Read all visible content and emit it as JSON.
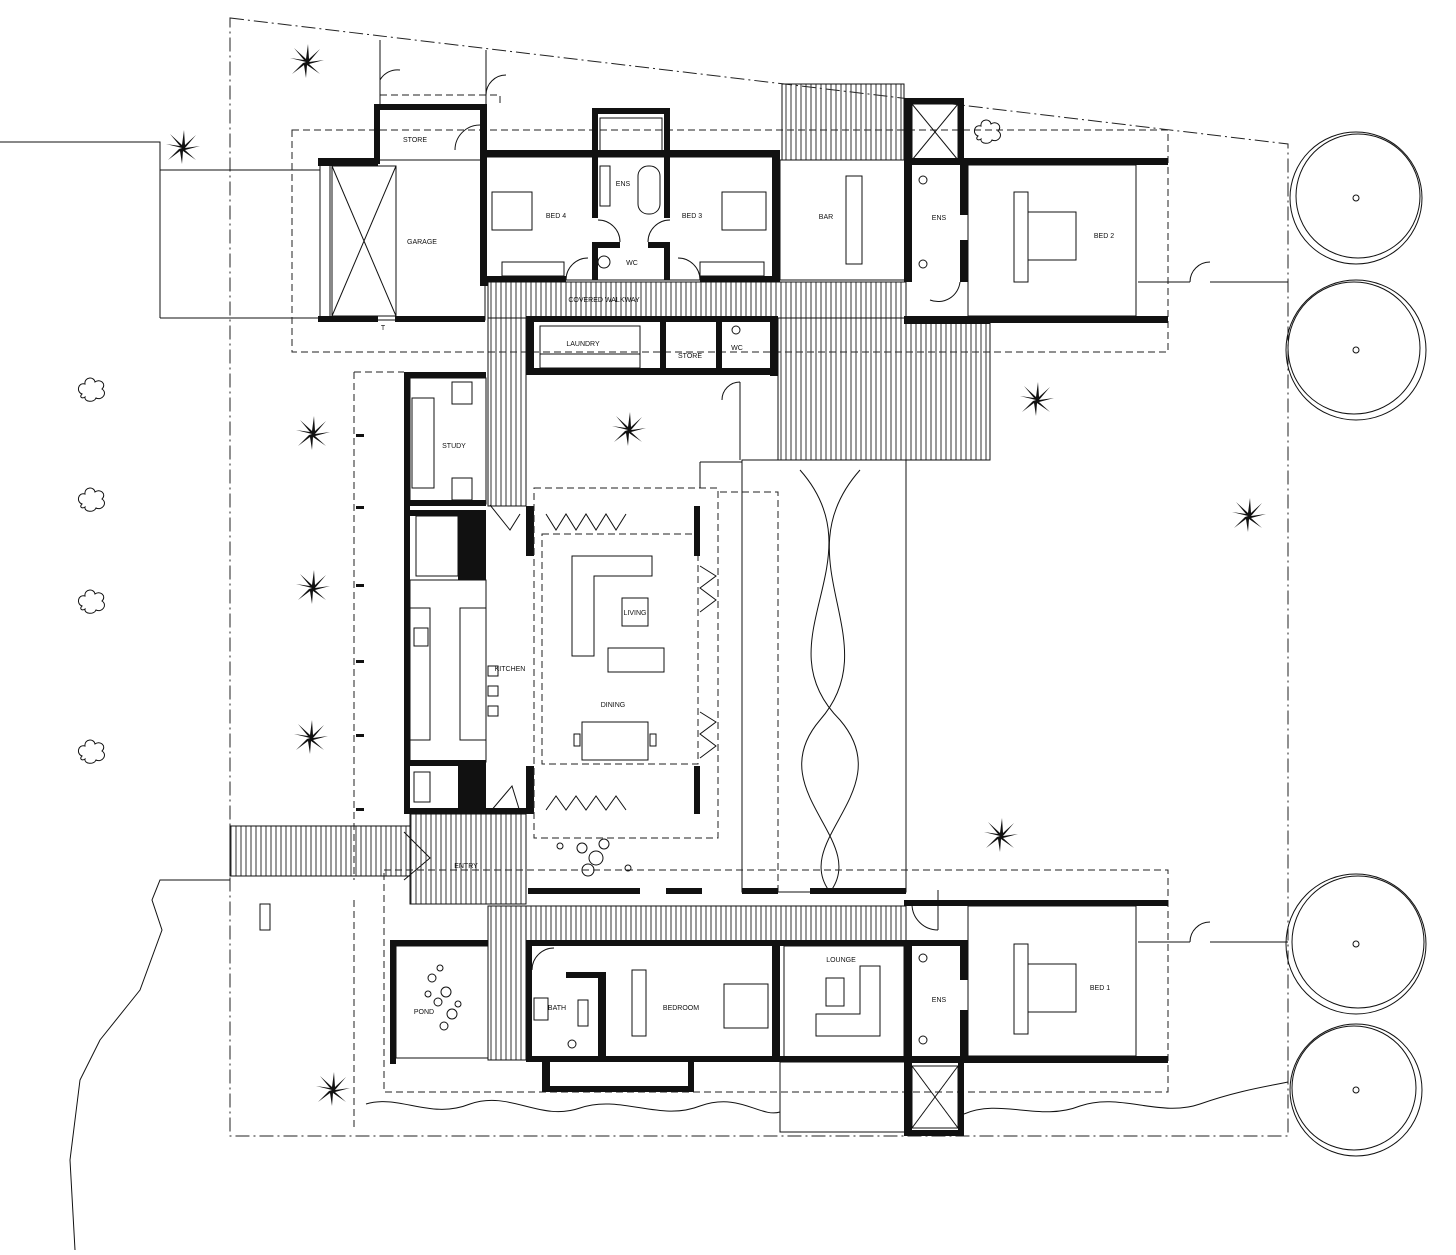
{
  "rooms": {
    "store": "STORE",
    "garage": "GARAGE",
    "bed4": "BED 4",
    "ens_top": "ENS",
    "bed3": "BED 3",
    "wc_top": "WC",
    "bar": "BAR",
    "ens_bed2": "ENS",
    "bed2": "BED 2",
    "covered_walkway": "COVERED WALKWAY",
    "laundry": "LAUNDRY",
    "store2": "STORE",
    "wc2": "WC",
    "study": "STUDY",
    "living": "LIVING",
    "kitchen": "KITCHEN",
    "dining": "DINING",
    "entry": "ENTRY",
    "lounge": "LOUNGE",
    "bath": "BATH",
    "bedroom": "BEDROOM",
    "ens_bed1": "ENS",
    "bed1": "BED 1",
    "pond": "POND",
    "t_mark": "T"
  },
  "colors": {
    "ink": "#111111",
    "paper": "#ffffff"
  },
  "icons": {
    "palm": "palm-tree-icon",
    "shrub": "shrub-icon",
    "tree_circle": "tree-canopy-icon"
  }
}
